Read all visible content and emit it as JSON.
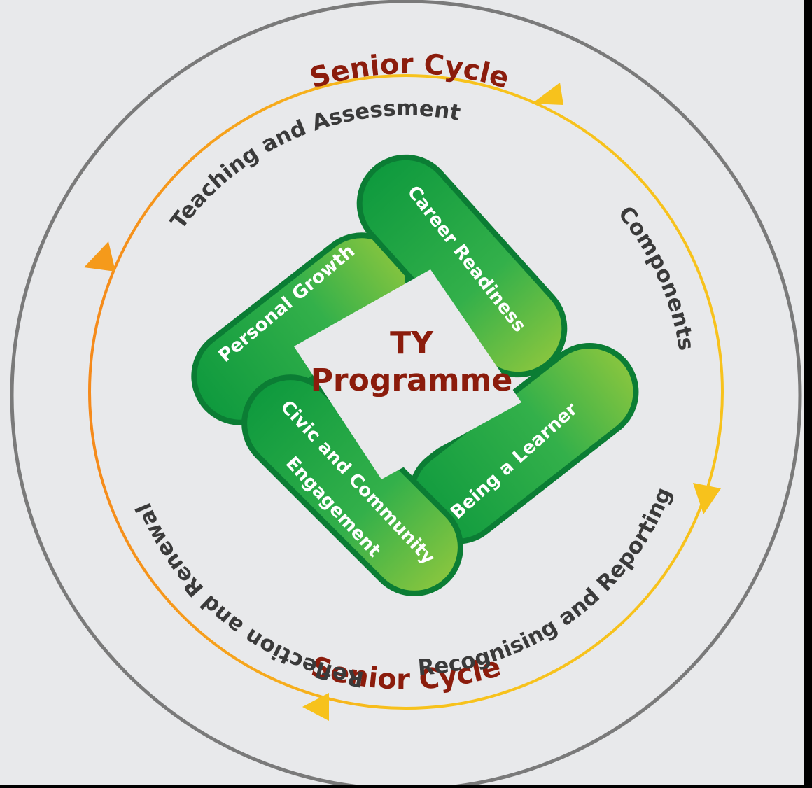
{
  "outer": {
    "top_label": "Senior Cycle",
    "bottom_label": "Senior Cycle"
  },
  "cycle": {
    "stages": [
      "Teaching and Assessment",
      "Components",
      "Recognising and Reporting",
      "Reflection and Renewal"
    ]
  },
  "center": {
    "line1": "TY",
    "line2": "Programme"
  },
  "bands": [
    "Personal Growth",
    "Career Readiness",
    "Being a Learner",
    "Civic and Community",
    "Engagement"
  ],
  "colors": {
    "background": "#e8e9eb",
    "outer_ring": "#7a7a7a",
    "cycle_yellow": "#f7c21c",
    "cycle_orange": "#f59a1b",
    "band_green_dark": "#0e8c3a",
    "band_green_light": "#7cc242",
    "title_red": "#8b1c0c",
    "stage_text": "#3a3a3a"
  }
}
